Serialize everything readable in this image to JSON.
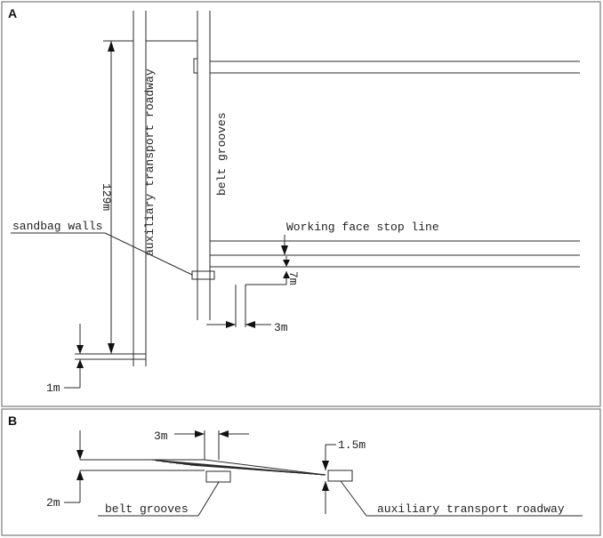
{
  "panel_a": {
    "letter": "A",
    "labels": {
      "auxiliary_roadway": "auxiliary transport roadway",
      "belt_grooves": "belt grooves",
      "dim_129m": "129m",
      "sandbag_walls": "sandbag walls",
      "stop_line": "Working face stop line",
      "dim_7m": "7m",
      "dim_3m": "3m",
      "dim_1m": "1m"
    }
  },
  "panel_b": {
    "letter": "B",
    "labels": {
      "dim_3m": "3m",
      "dim_1_5m": "1.5m",
      "dim_2m": "2m",
      "belt_grooves": "belt grooves",
      "auxiliary_roadway": "auxiliary transport roadway"
    }
  },
  "colors": {
    "line": "#2a2a2a",
    "frame": "#7a7a7a",
    "background": "#ffffff"
  }
}
